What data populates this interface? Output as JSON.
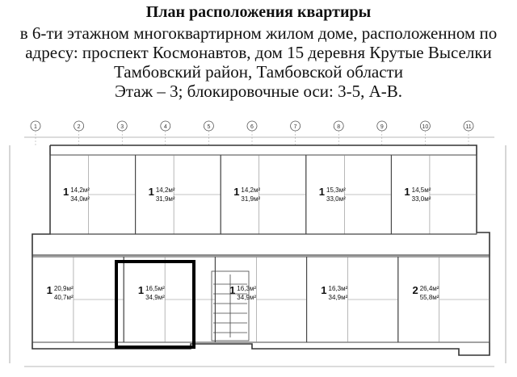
{
  "header": {
    "title": "План расположения квартиры",
    "line1": "в 6-ти этажном многоквартирном жилом доме, расположенном по",
    "line2": "адресу: проспект Космонавтов, дом 15 деревня Крутые Выселки",
    "line3": "Тамбовский район, Тамбовской области",
    "line4": "Этаж – 3; блокировочные оси: 3-5, А-В."
  },
  "plan": {
    "axes": [
      "1",
      "2",
      "3",
      "4",
      "5",
      "6",
      "7",
      "8",
      "9",
      "10",
      "11"
    ],
    "top_apartments": [
      {
        "label": "1",
        "living": "14,2",
        "total": "34,0"
      },
      {
        "label": "1",
        "living": "14,2",
        "total": "31,9"
      },
      {
        "label": "1",
        "living": "14,2",
        "total": "31,9"
      },
      {
        "label": "1",
        "living": "15,3",
        "total": "33,0"
      },
      {
        "label": "1",
        "living": "14,5",
        "total": "33,0"
      }
    ],
    "bottom_apartments": [
      {
        "label": "1",
        "living": "20,9",
        "total": "40,7"
      },
      {
        "label": "1",
        "living": "16,5",
        "total": "34,9"
      },
      {
        "label": "1",
        "living": "16,3",
        "total": "34,9"
      },
      {
        "label": "1",
        "living": "16,3",
        "total": "34,9"
      },
      {
        "label": "2",
        "living": "26,4",
        "total": "55,8"
      }
    ],
    "unit": "м²"
  }
}
